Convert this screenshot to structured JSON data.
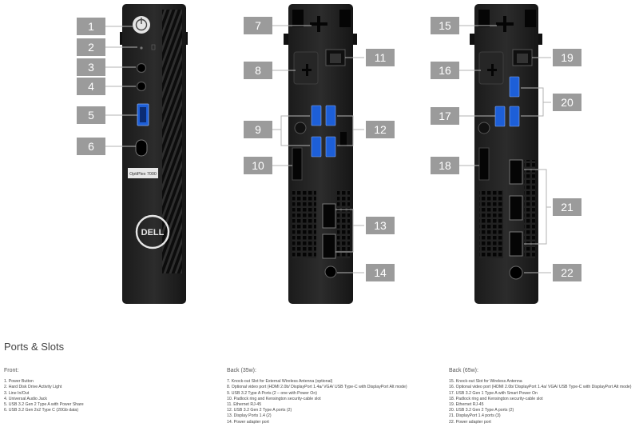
{
  "figure": {
    "product_label": "OptiPlex 7000",
    "brand_logo": "DELL",
    "callouts": [
      "1",
      "2",
      "3",
      "4",
      "5",
      "6",
      "7",
      "8",
      "9",
      "10",
      "11",
      "12",
      "13",
      "14",
      "15",
      "16",
      "17",
      "18",
      "19",
      "20",
      "21",
      "22"
    ]
  },
  "section": {
    "title": "Ports & Slots"
  },
  "columns": [
    {
      "title": "Front:",
      "items": [
        "1. Power Button",
        "2. Hard Disk Drive Activity Light",
        "3. Line In/Out",
        "4. Universal Audio Jack",
        "5. USB 3.2 Gen 2 Type A with Power Share",
        "6. USB 3.2 Gen 2x2 Type C (20Gb data)"
      ]
    },
    {
      "title": "Back (35w):",
      "items": [
        "7. Knock-out Slot for External Wireless Antenna (optional)",
        "8. Optional video port (HDMI 2.0b/ DisplayPort 1.4a/ VGA/ USB Type-C with DisplayPort Alt mode)",
        "9. USB 3.2 Type A Ports (2 – one with Power On)",
        "10. Padlock ring and Kensington security-cable slot",
        "11. Ethernet RJ-45",
        "12. USB 3.2 Gen 2 Type A ports (2)",
        "13. Display Ports 1.4 (2)",
        "14. Power adapter port"
      ]
    },
    {
      "title": "Back (65w):",
      "items": [
        "15. Knock-out Slot for Wireless Antenna",
        "16. Optional video port (HDMI 2.0b/ DisplayPort 1.4a/ VGA/ USB Type-C with DisplayPort Alt mode)",
        "17. USB 3.2 Gen 1 Type A with Smart Power On",
        "18. Padlock ring and Kensington security-cable slot",
        "19. Ethernet RJ-45",
        "20. USB 3.2 Gen 2 Type A ports (2)",
        "21. DisplayPort 1.4 ports (3)",
        "22. Power adapter port"
      ]
    }
  ]
}
